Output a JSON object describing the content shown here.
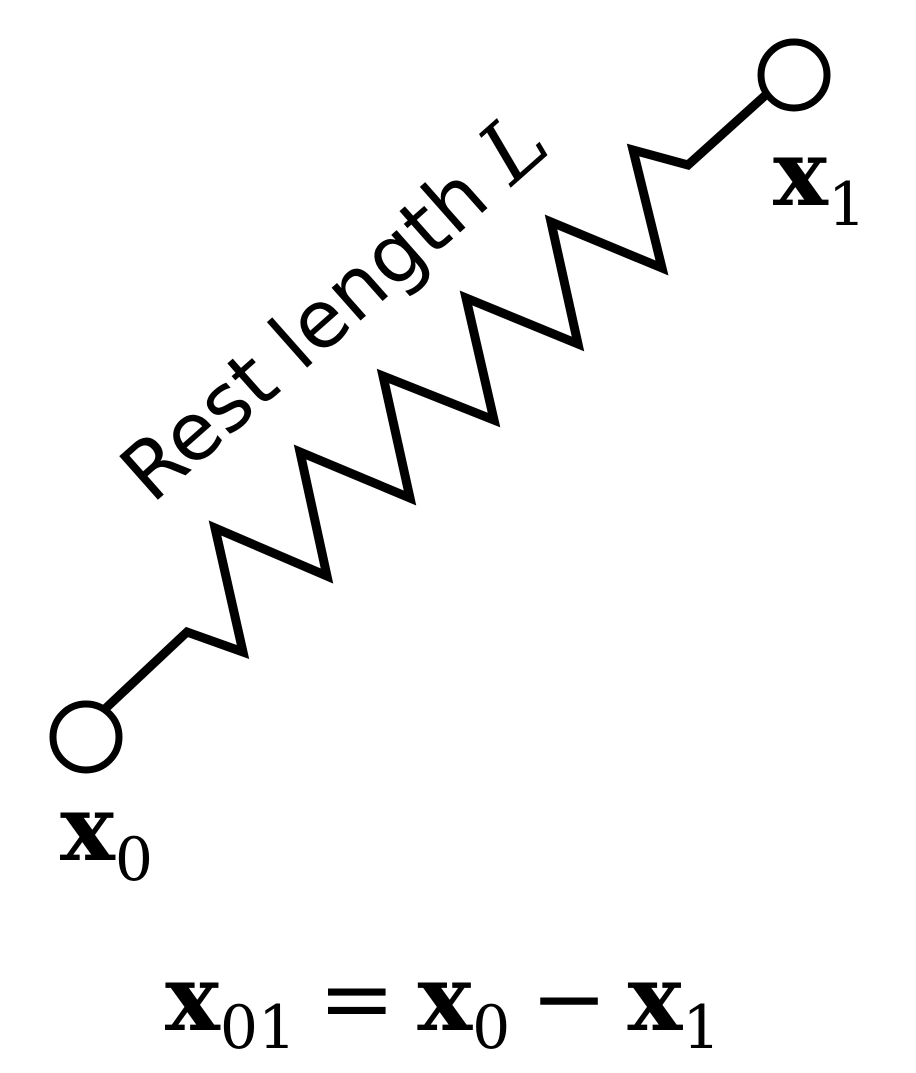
{
  "diagram": {
    "spring_label": {
      "text": "Rest length ",
      "variable": "L"
    },
    "endpoint_top": {
      "symbol": "x",
      "subscript": "1"
    },
    "endpoint_bottom": {
      "symbol": "x",
      "subscript": "0"
    },
    "equation": {
      "lhs_symbol": "x",
      "lhs_subscript": "01",
      "equals": "=",
      "term1_symbol": "x",
      "term1_subscript": "0",
      "minus": "−",
      "term2_symbol": "x",
      "term2_subscript": "1"
    },
    "colors": {
      "stroke": "#000000",
      "background": "#ffffff"
    }
  }
}
